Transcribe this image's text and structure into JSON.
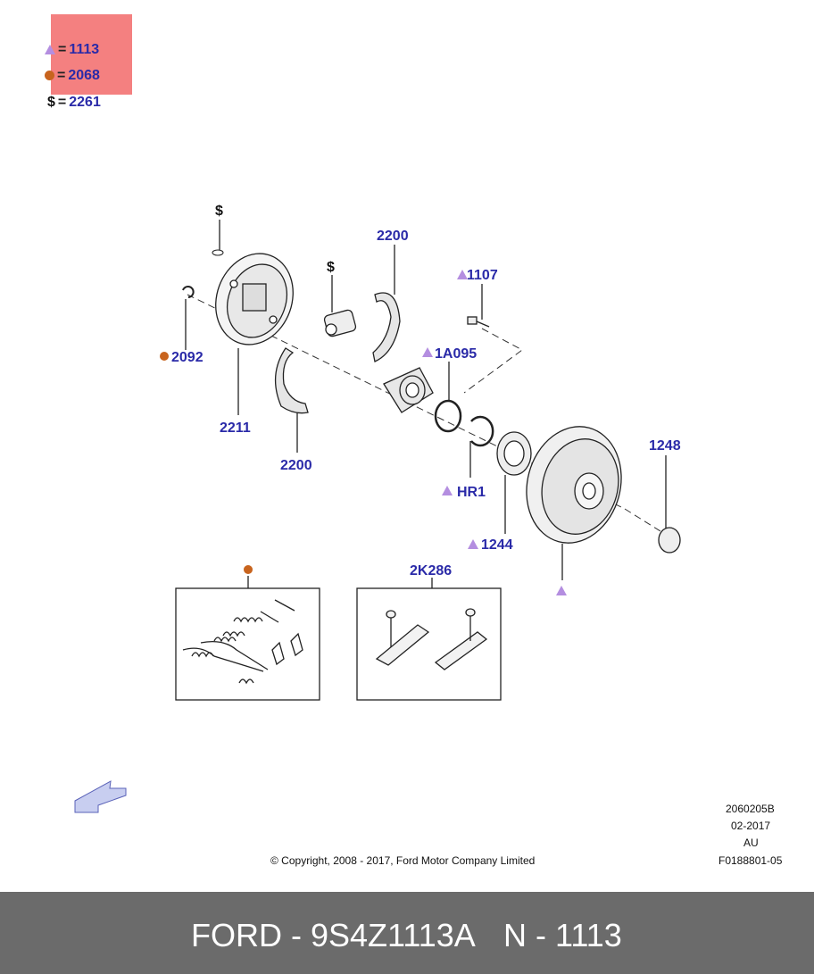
{
  "legend": {
    "triangle_value": "1113",
    "circle_value": "2068",
    "dollar_symbol": "$",
    "dollar_value": "2261",
    "equals": "="
  },
  "labels": {
    "dollar_top": "$",
    "dollar_mid": "$",
    "p2200_top": "2200",
    "p1107": "1107",
    "p1A095": "1A095",
    "p2092": "2092",
    "p2211": "2211",
    "p2200_bottom": "2200",
    "pHR1": "HR1",
    "p1244": "1244",
    "p1248": "1248",
    "p2K286": "2K286"
  },
  "info": {
    "code": "2060205B",
    "date": "02-2017",
    "region": "AU",
    "ref": "F0188801-05",
    "copyright": "© Copyright, 2008 - 2017, Ford Motor Company Limited"
  },
  "footer": {
    "part": "FORD - 9S4Z1113A",
    "ref": "N - 1113"
  },
  "colors": {
    "label_blue": "#2a2aa8",
    "triangle_purple": "#b48ee0",
    "circle_orange": "#c8641e",
    "legend_highlight": "#f48080",
    "footer_gray": "#6b6b6b"
  },
  "icons": [
    "triangle-marker-icon",
    "circle-marker-icon",
    "dollar-marker-icon",
    "direction-arrow-icon"
  ]
}
